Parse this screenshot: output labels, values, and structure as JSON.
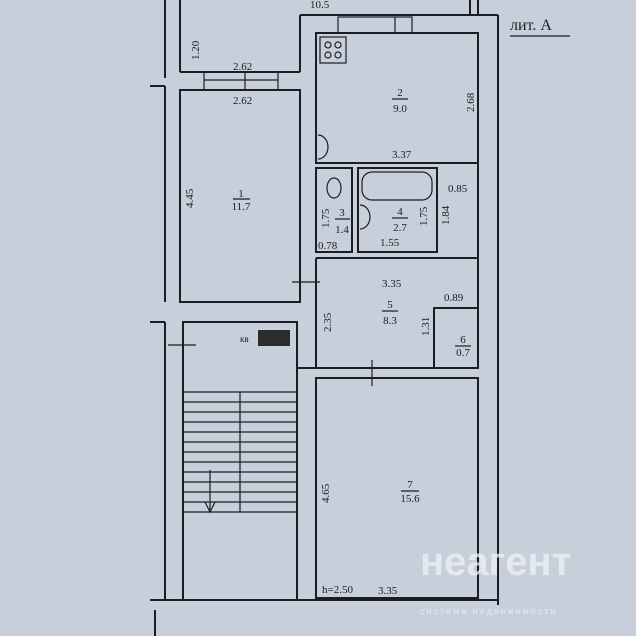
{
  "title": "лит. А",
  "overall_width": "10.5",
  "ceiling_height": "h=2.50",
  "apartment_label": "кв",
  "rooms": [
    {
      "number": "1",
      "area": "11.7"
    },
    {
      "number": "2",
      "area": "9.0"
    },
    {
      "number": "3",
      "area": "1.4"
    },
    {
      "number": "4",
      "area": "2.7"
    },
    {
      "number": "5",
      "area": "8.3"
    },
    {
      "number": "6",
      "area": "0.7"
    },
    {
      "number": "7",
      "area": "15.6"
    }
  ],
  "dimensions": {
    "balcony_depth": "1.20",
    "balcony_width": "2.62",
    "room1_width": "2.62",
    "room1_length": "4.45",
    "room2_depth": "2.68",
    "room2_width": "3.37",
    "closet_width": "0.85",
    "closet_length": "1.84",
    "wc_length": "1.75",
    "wc_width": "0.78",
    "bath_length": "1.75",
    "bath_width": "1.55",
    "hall_width": "3.35",
    "hall_depth": "2.35",
    "store_width": "0.89",
    "store_depth": "1.31",
    "room7_length": "4.65",
    "room7_width": "3.35"
  },
  "watermark": {
    "brand": "неагент",
    "tagline": "система недвижимости"
  }
}
